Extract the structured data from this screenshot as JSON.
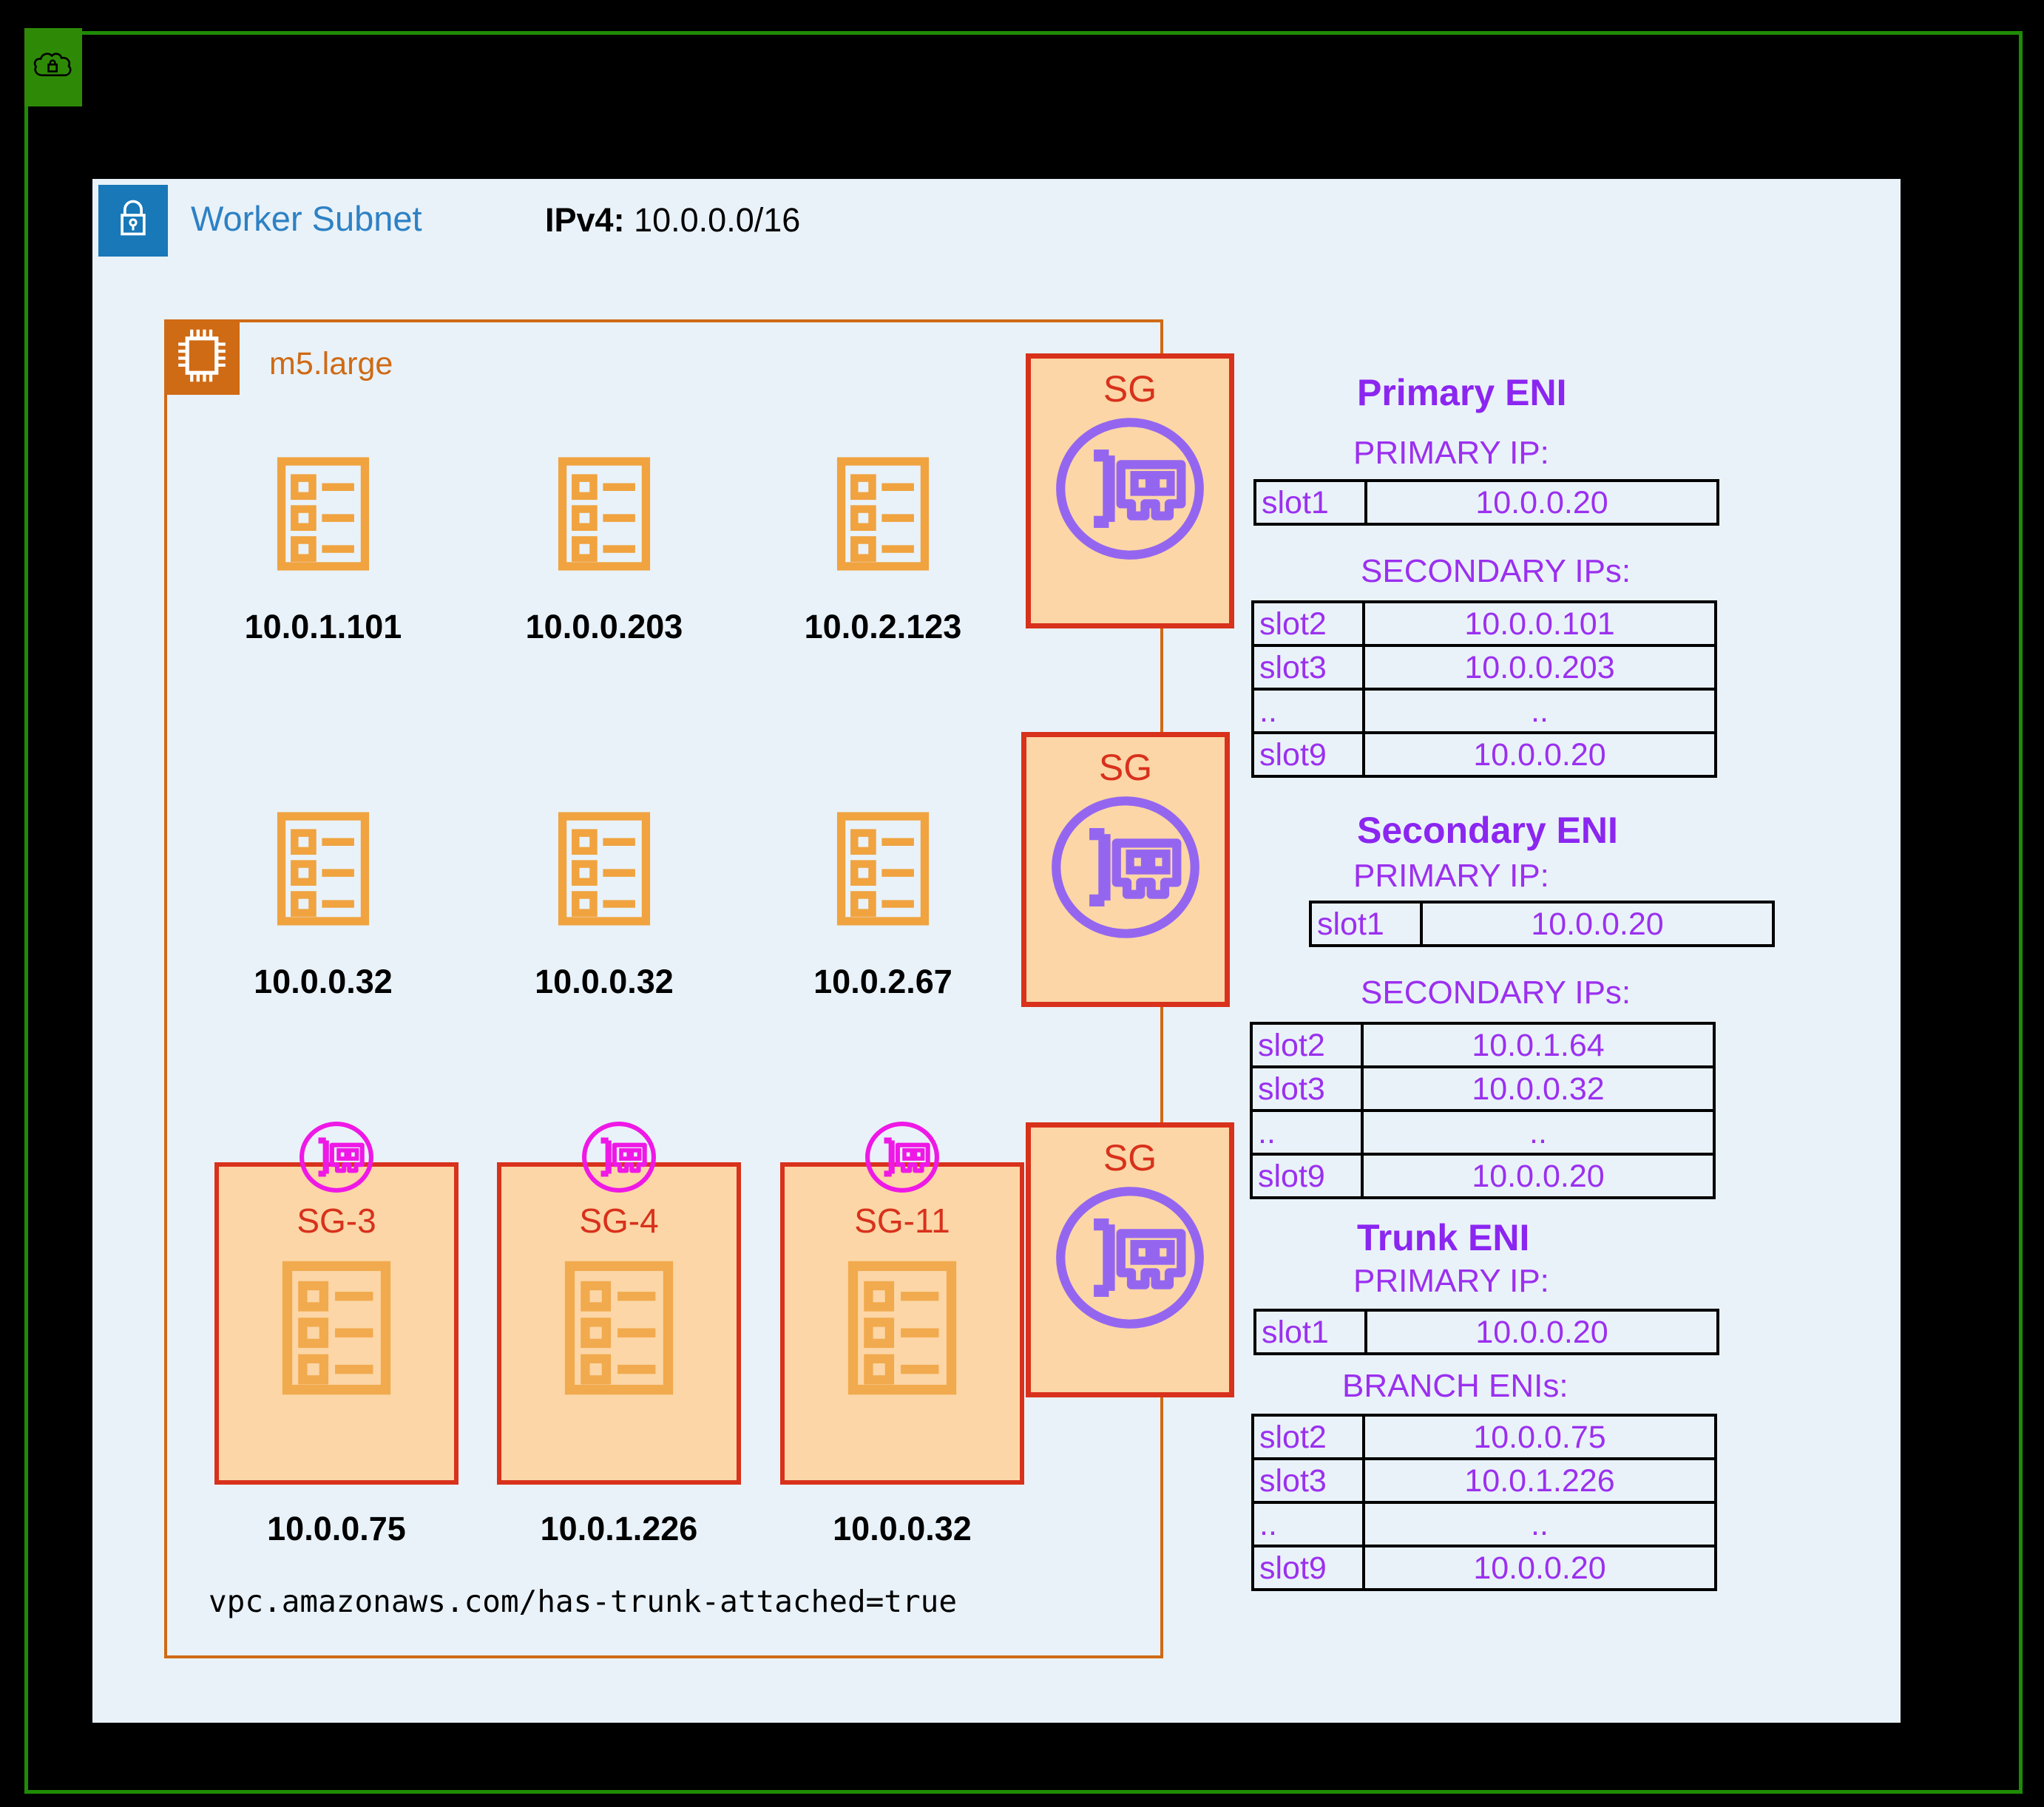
{
  "header": {
    "title": "Worker Subnet",
    "ipv4_label": "IPv4:",
    "ipv4_value": "10.0.0.0/16"
  },
  "instance": {
    "type_label": "m5.large",
    "sg_label": "SG",
    "annotation": "vpc.amazonaws.com/has-trunk-attached=true",
    "pods": [
      {
        "ip": "10.0.1.101"
      },
      {
        "ip": "10.0.0.203"
      },
      {
        "ip": "10.0.2.123"
      },
      {
        "ip": "10.0.0.32"
      },
      {
        "ip": "10.0.0.32"
      },
      {
        "ip": "10.0.2.67"
      }
    ],
    "branch_pods": [
      {
        "sg": "SG-3",
        "ip": "10.0.0.75"
      },
      {
        "sg": "SG-4",
        "ip": "10.0.1.226"
      },
      {
        "sg": "SG-11",
        "ip": "10.0.0.32"
      }
    ]
  },
  "enis": [
    {
      "title": "Primary ENI",
      "primary_heading": "PRIMARY IP:",
      "secondary_heading": "SECONDARY IPs:",
      "primary_rows": [
        [
          "slot1",
          "10.0.0.20"
        ]
      ],
      "secondary_rows": [
        [
          "slot2",
          "10.0.0.101"
        ],
        [
          "slot3",
          "10.0.0.203"
        ],
        [
          "..",
          ".."
        ],
        [
          "slot9",
          "10.0.0.20"
        ]
      ]
    },
    {
      "title": "Secondary ENI",
      "primary_heading": "PRIMARY IP:",
      "secondary_heading": "SECONDARY IPs:",
      "primary_rows": [
        [
          "slot1",
          "10.0.0.20"
        ]
      ],
      "secondary_rows": [
        [
          "slot2",
          "10.0.1.64"
        ],
        [
          "slot3",
          "10.0.0.32"
        ],
        [
          "..",
          ".."
        ],
        [
          "slot9",
          "10.0.0.20"
        ]
      ]
    },
    {
      "title": "Trunk ENI",
      "primary_heading": "PRIMARY IP:",
      "secondary_heading": "BRANCH ENIs:",
      "primary_rows": [
        [
          "slot1",
          "10.0.0.20"
        ]
      ],
      "secondary_rows": [
        [
          "slot2",
          "10.0.0.75"
        ],
        [
          "slot3",
          "10.0.1.226"
        ],
        [
          "..",
          ".."
        ],
        [
          "slot9",
          "10.0.0.20"
        ]
      ]
    }
  ],
  "colors": {
    "frame_green": "#1f8b05",
    "badge_green": "#2e8a06",
    "panel_blue": "#e9f2f9",
    "subnet_blue": "#1878b8",
    "title_blue": "#2e81c4",
    "instance_orange": "#cf6a15",
    "pod_orange": "#f0a33f",
    "sg_fill": "#fcd6a6",
    "sg_red": "#d8311c",
    "eni_purple": "#9466f0",
    "eni_magenta": "#ef18e6",
    "table_purple": "#9b30ef",
    "header_purple": "#8b26f0"
  }
}
